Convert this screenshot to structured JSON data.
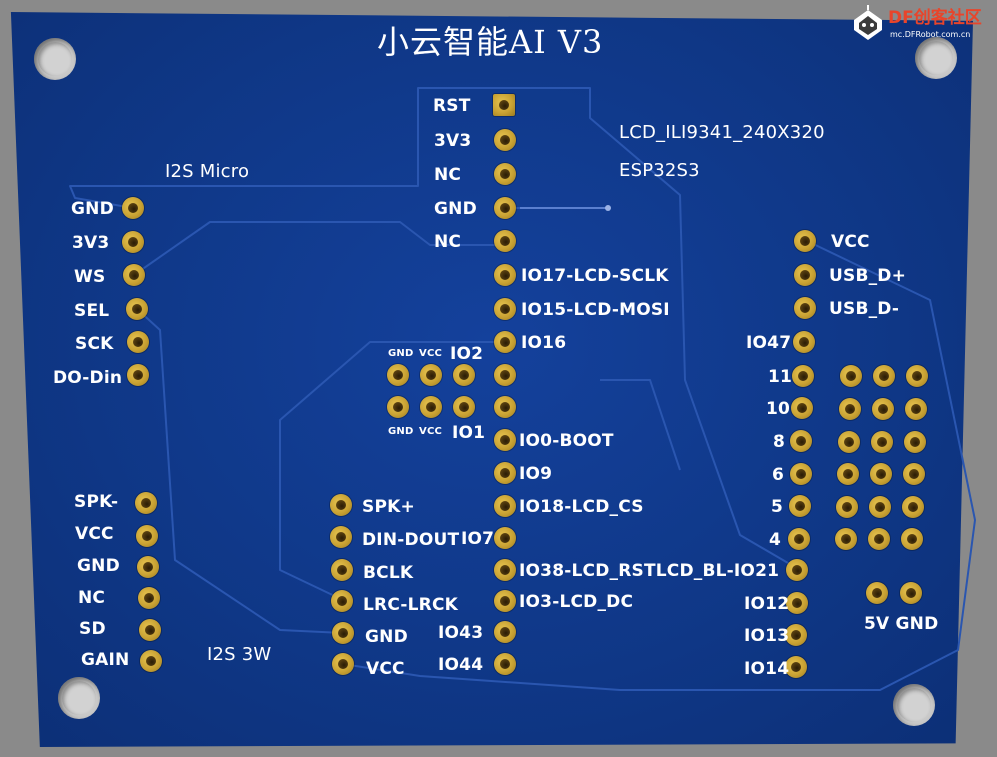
{
  "title": "小云智能AI V3",
  "logo": {
    "brand": "DF创客社区",
    "url": "mc.DFRobot.com.cn"
  },
  "center_header": {
    "pins": [
      "RST",
      "3V3",
      "NC",
      "GND",
      "NC"
    ],
    "signals": [
      "IO17-LCD-SCLK",
      "IO15-LCD-MOSI",
      "IO16",
      "IO0-BOOT",
      "IO9",
      "IO18-LCD_CS",
      "IO7",
      "IO38-LCD_RSTLCD_BL-IO21",
      "IO3-LCD_DC",
      "IO43",
      "IO44"
    ]
  },
  "lcd": {
    "model": "LCD_ILI9341_240X320",
    "mcu": "ESP32S3"
  },
  "i2s_micro": {
    "title": "I2S Micro",
    "pins": [
      "GND",
      "3V3",
      "WS",
      "SEL",
      "SCK",
      "DO-Din"
    ]
  },
  "i2s_3w": {
    "title": "I2S 3W",
    "amp_pins": [
      "SPK-",
      "VCC",
      "GND",
      "NC",
      "SD",
      "GAIN"
    ],
    "conn_pins": [
      "SPK+",
      "DIN-DOUT",
      "BCLK",
      "LRC-LRCK",
      "GND",
      "VCC"
    ]
  },
  "io_block": {
    "gnd": "GND",
    "vcc": "VCC",
    "io2": "IO2",
    "io1": "IO1"
  },
  "right": {
    "top_pins": [
      "VCC",
      "USB_D+",
      "USB_D-"
    ],
    "io_pins": [
      "IO47",
      "11",
      "10",
      "8",
      "6",
      "5",
      "4"
    ],
    "bottom_pins": [
      "IO12",
      "IO13",
      "IO14"
    ],
    "power": "5V GND"
  },
  "colors": {
    "board": "#0f3786",
    "pad": "#c9a233",
    "silk": "#ffffff",
    "background": "#8a8a8a",
    "trace": "#2a56b0"
  }
}
